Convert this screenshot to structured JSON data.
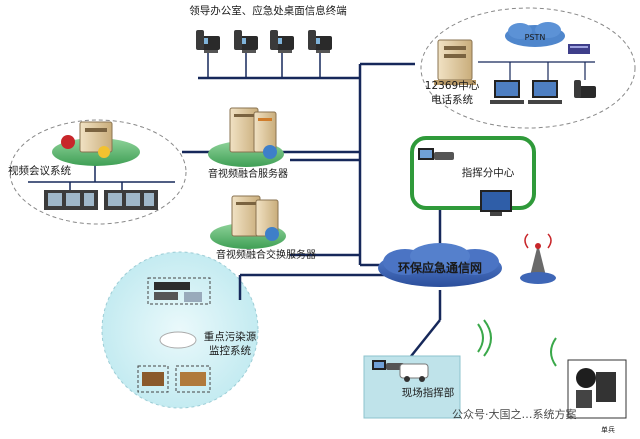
{
  "labels": {
    "top_terminals": "领导办公室、应急处桌面信息终端",
    "call_center_line1": "12369中心",
    "call_center_line2": "电话系统",
    "pstn": "PSTN",
    "video_conf": "视频会议系统",
    "av_fusion_server": "音视频融合服务器",
    "av_exchange_server": "音视频融合交换服务器",
    "sub_command": "指挥分中心",
    "env_network": "环保应急通信网",
    "pollution_line1": "重点污染源",
    "pollution_line2": "监控系统",
    "field_command": "现场指挥部",
    "soldier_caption": "单兵",
    "watermark": "公众号·大国之…系统方案"
  },
  "colors": {
    "backbone": "#16285a",
    "network_cloud": "#3a63b8",
    "sub_command_border": "#2f9a3a",
    "field_box": "#bfe3ea",
    "pollution_bubble": "#d4f0f4"
  }
}
